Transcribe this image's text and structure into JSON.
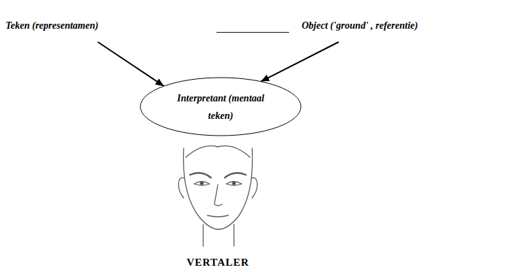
{
  "diagram": {
    "nodes": [
      {
        "text": [
          "Teken (representamen)"
        ]
      },
      {
        "text": [
          "Object ('ground' , referentie)"
        ]
      },
      {
        "text": [
          "Interpretant (mentaal teken)"
        ]
      }
    ],
    "edges": [
      {
        "from": 0,
        "to": 2,
        "arrow": "to"
      },
      {
        "from": 1,
        "to": 2,
        "arrow": "to"
      },
      {
        "from": 0,
        "to": 1,
        "arrow": "none"
      }
    ],
    "labels": [
      "VERTALER"
    ]
  }
}
